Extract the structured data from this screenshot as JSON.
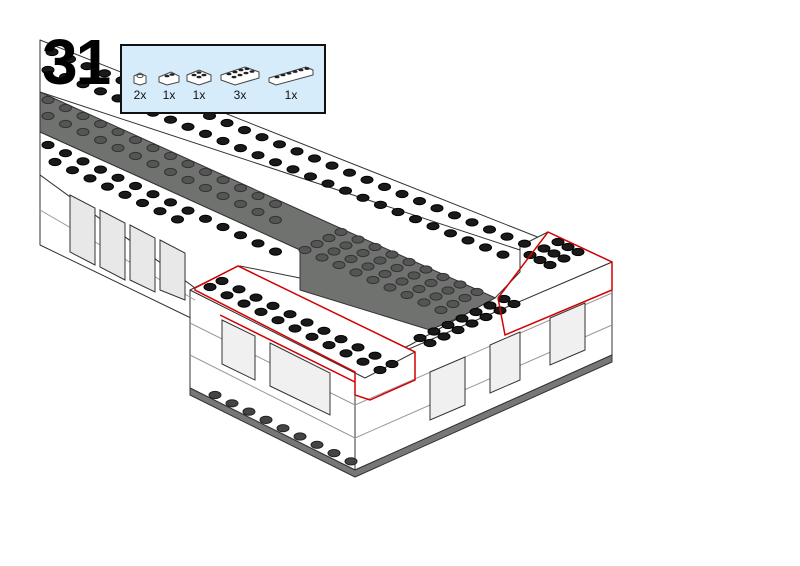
{
  "step": {
    "number": "31"
  },
  "parts_list": [
    {
      "part": "brick-1x1",
      "qty": "2x"
    },
    {
      "part": "brick-1x2",
      "qty": "1x"
    },
    {
      "part": "brick-2x2",
      "qty": "1x"
    },
    {
      "part": "brick-2x4",
      "qty": "3x"
    },
    {
      "part": "brick-1x6",
      "qty": "1x"
    }
  ],
  "colors": {
    "wall": "#ffffff",
    "plate": "#6f726f",
    "stud_dark": "#1a1a1a",
    "highlight": "#d40000",
    "panel": "#d6ecfb"
  }
}
